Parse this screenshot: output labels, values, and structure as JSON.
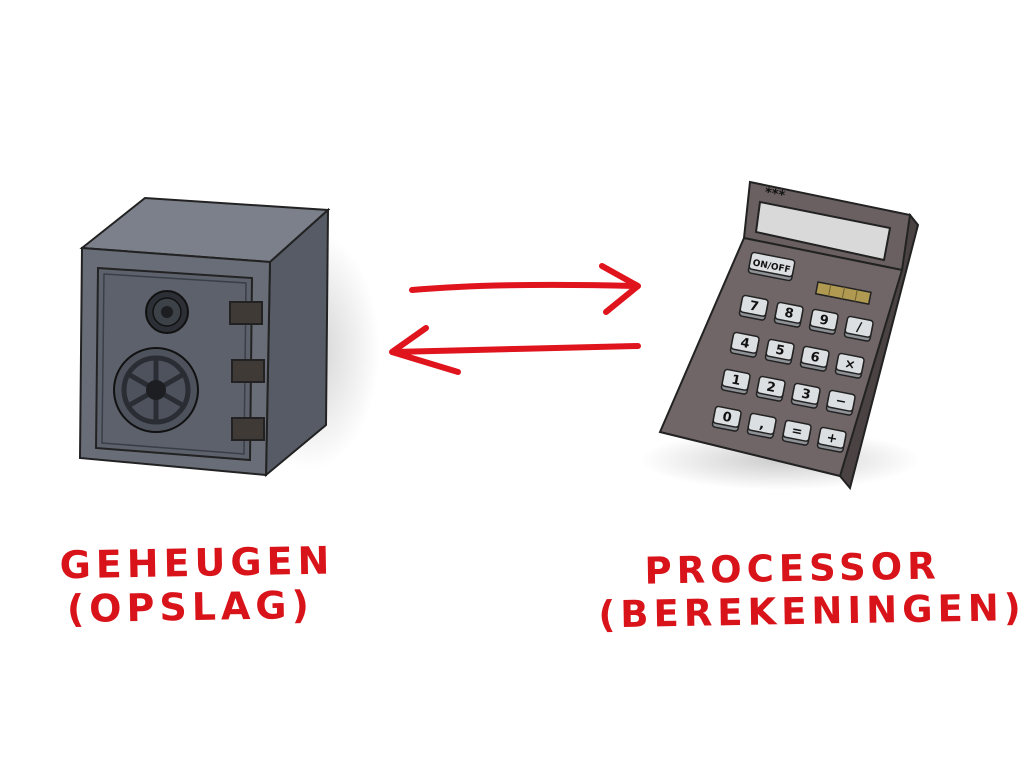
{
  "memory": {
    "label_line1": "GEHEUGEN",
    "label_line2": "(OPSLAG)",
    "icon": "safe-icon"
  },
  "processor": {
    "label_line1": "PROCESSOR",
    "label_line2": "(BEREKENINGEN)",
    "icon": "calculator-icon",
    "display_marks": "***",
    "keys": [
      "ON/OFF",
      "7",
      "8",
      "9",
      "/",
      "4",
      "5",
      "6",
      "×",
      "1",
      "2",
      "3",
      "−",
      "0",
      ",",
      "=",
      "+"
    ]
  },
  "arrows": {
    "top_direction": "right",
    "bottom_direction": "left",
    "color": "#e0141c"
  },
  "colors": {
    "caption": "#d8131a",
    "safe_body": "#5f6470",
    "calculator_body": "#6f6566"
  }
}
